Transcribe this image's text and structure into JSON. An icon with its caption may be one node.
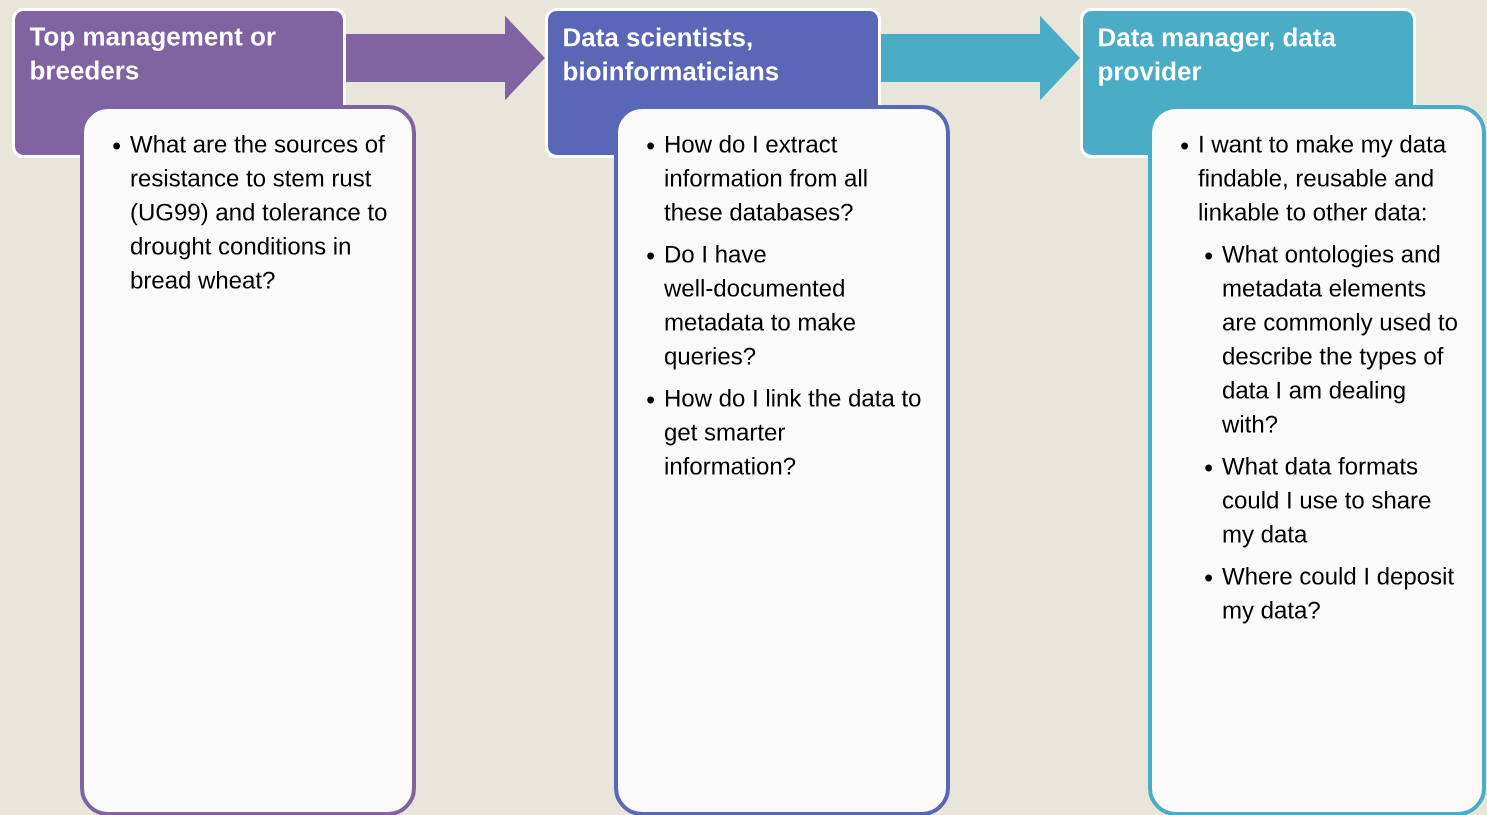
{
  "diagram": {
    "nodes": [
      {
        "text": [
          "Top management or breeders"
        ]
      },
      {
        "text": [
          "What are the sources of resistance to stem rust (UG99) and tolerance to drought conditions in bread wheat?"
        ]
      },
      {
        "text": [
          "Data scientists, bioinformaticians"
        ]
      },
      {
        "text": [
          "How do I extract information from all these databases?",
          "Do I have well-documented metadata to make queries?",
          "How do I link the data to get smarter information?"
        ]
      },
      {
        "text": [
          "Data manager, data provider"
        ]
      },
      {
        "text": [
          "I want to make my data findable, reusable and linkable to other data:",
          "What ontologies and metadata elements are commonly used to describe the types of data I am dealing with?",
          "What data formats could I use to share my data",
          "Where could I deposit my data?"
        ]
      }
    ],
    "edges": [
      {
        "from": 0,
        "to": 2,
        "arrow": "to",
        "color": "#8064a2"
      },
      {
        "from": 2,
        "to": 4,
        "arrow": "to",
        "color": "#4bacc6"
      }
    ]
  }
}
